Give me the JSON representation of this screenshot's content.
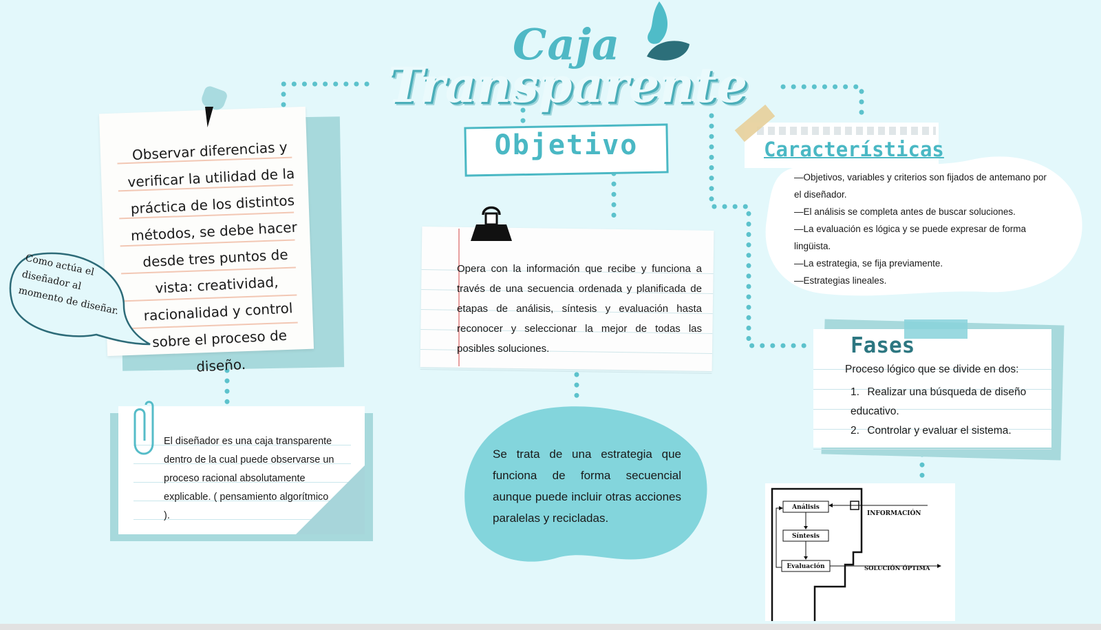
{
  "title": {
    "line1": "Caja",
    "line2": "Transparente"
  },
  "left_note": {
    "text": "Observar diferencias y verificar la utilidad de la práctica de los distintos métodos, se debe hacer desde tres puntos de vista: creatividad, racionalidad y control sobre el proceso de diseño."
  },
  "speech_bubble": {
    "line1": "Como actúa el",
    "line2": "diseñador al",
    "line3": "momento de diseñar."
  },
  "bottom_left_note": {
    "text": "El diseñador es una caja transparente dentro de la cual puede observarse un proceso racional absolutamente explicable. ( pensamiento algorítmico )."
  },
  "objetivo": {
    "label": "Objetivo",
    "text": "Opera con la información que recibe y funciona a través de una secuencia ordenada y planificada de etapas de análisis, síntesis y evaluación hasta reconocer y seleccionar la mejor de todas las posibles soluciones."
  },
  "blob": {
    "text": "Se trata de una estrategia que funciona de forma secuencial aunque puede incluir otras acciones paralelas y recicladas."
  },
  "caracteristicas": {
    "title": "Características",
    "items": [
      "—Objetivos, variables y criterios son fijados de antemano por el diseñador.",
      "—El análisis se completa antes de buscar soluciones.",
      "—La evaluación es lógica y se puede expresar de forma lingüista.",
      "—La estrategia, se fija previamente.",
      "—Estrategias lineales."
    ]
  },
  "fases": {
    "title": "Fases",
    "intro": "Proceso lógico que se divide en dos:",
    "items": [
      {
        "num": "1.",
        "text": "Realizar una búsqueda de diseño educativo."
      },
      {
        "num": "2.",
        "text": "Controlar y evaluar el sistema."
      }
    ]
  },
  "flowchart": {
    "nodes": [
      "Análisis",
      "Síntesis",
      "Evaluación"
    ],
    "input_label": "INFORMACIÓN",
    "output_label": "SOLUCIÓN ÓPTIMA"
  },
  "colors": {
    "background": "#e3f8fb",
    "accent": "#4ab8c4",
    "dark_accent": "#2d7781",
    "soft_teal": "#a7d9dc",
    "dots": "#5cc2cc"
  }
}
